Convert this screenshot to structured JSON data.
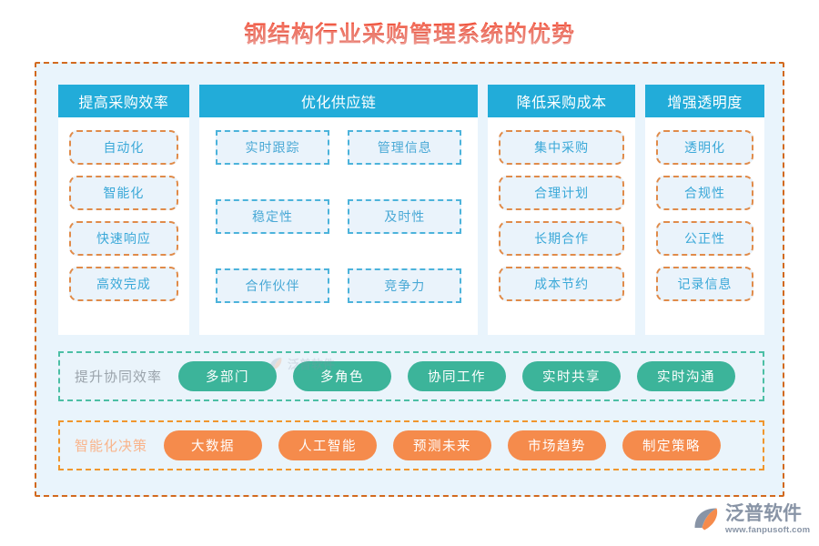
{
  "title": "钢结构行业采购管理系统的优势",
  "theme": {
    "title_color": "#ff2b13",
    "header_blue": "#22ACD9",
    "tag_text_blue": "#3aa8d8",
    "tag_fill": "#eaf3fb",
    "dashed_orange": "#e08b4a",
    "dashed_blue": "#4cb3db",
    "outer_border": "#d2691e",
    "outer_fill": "#e9f4fc",
    "pill_teal": "#3cb49a",
    "pill_orange": "#f58b4c",
    "band_teal_border": "#4cbfa5",
    "band_orange_border": "#f0962e"
  },
  "columns": [
    {
      "header": "提高采购效率",
      "style": "round-orange",
      "layout": "list",
      "items": [
        "自动化",
        "智能化",
        "快速响应",
        "高效完成"
      ]
    },
    {
      "header": "优化供应链",
      "style": "square-blue",
      "layout": "grid-2",
      "items": [
        "实时跟踪",
        "管理信息",
        "稳定性",
        "及时性",
        "合作伙伴",
        "竞争力"
      ]
    },
    {
      "header": "降低采购成本",
      "style": "round-orange",
      "layout": "list",
      "items": [
        "集中采购",
        "合理计划",
        "长期合作",
        "成本节约"
      ]
    },
    {
      "header": "增强透明度",
      "style": "round-orange",
      "layout": "list",
      "items": [
        "透明化",
        "合规性",
        "公正性",
        "记录信息"
      ]
    }
  ],
  "bands": [
    {
      "label": "提升协同效率",
      "color": "teal",
      "items": [
        "多部门",
        "多角色",
        "协同工作",
        "实时共享",
        "实时沟通"
      ]
    },
    {
      "label": "智能化决策",
      "color": "orange",
      "items": [
        "大数据",
        "人工智能",
        "预测未来",
        "市场趋势",
        "制定策略"
      ]
    }
  ],
  "logo": {
    "name": "泛普软件",
    "url": "www.fanpusoft.com"
  },
  "watermark": {
    "name": "泛普软件"
  }
}
